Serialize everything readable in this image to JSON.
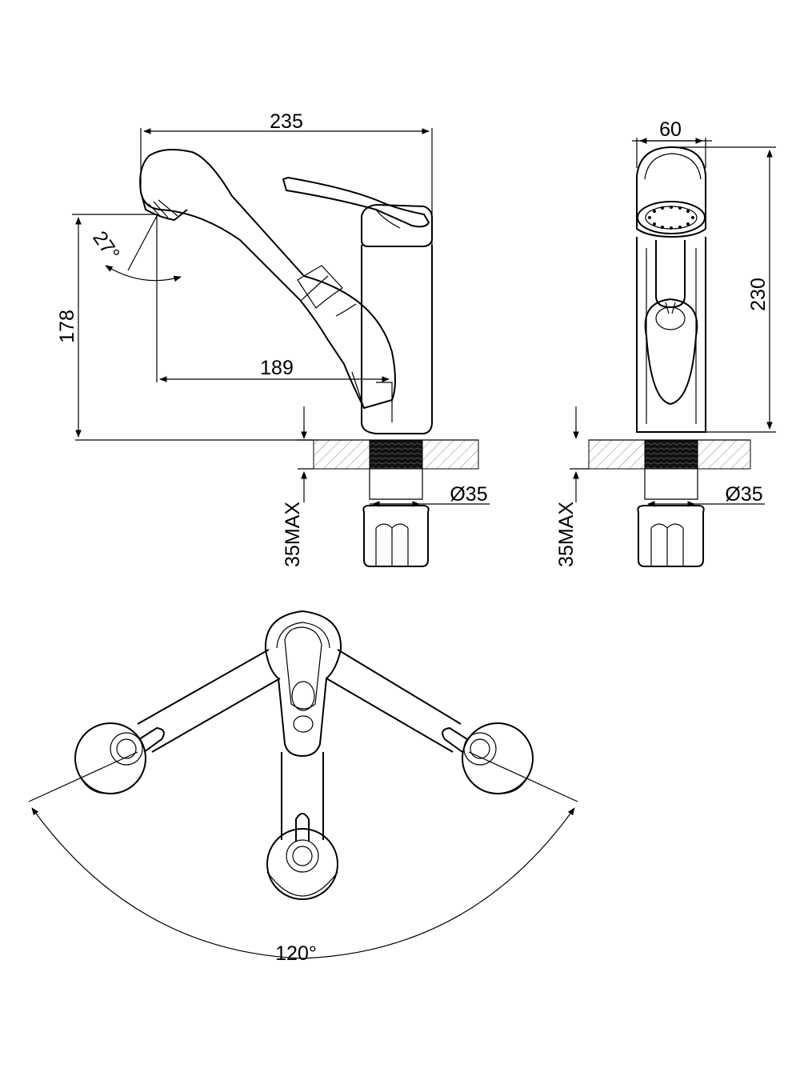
{
  "dimensions": {
    "side_width": "235",
    "side_height": "178",
    "spout_reach": "189",
    "spout_angle": "27°",
    "front_width": "60",
    "front_height": "230",
    "hole_diameter_side": "Ø35",
    "hole_diameter_front": "Ø35",
    "max_thickness_side": "35MAX",
    "max_thickness_front": "35MAX",
    "swivel_angle": "120°"
  }
}
